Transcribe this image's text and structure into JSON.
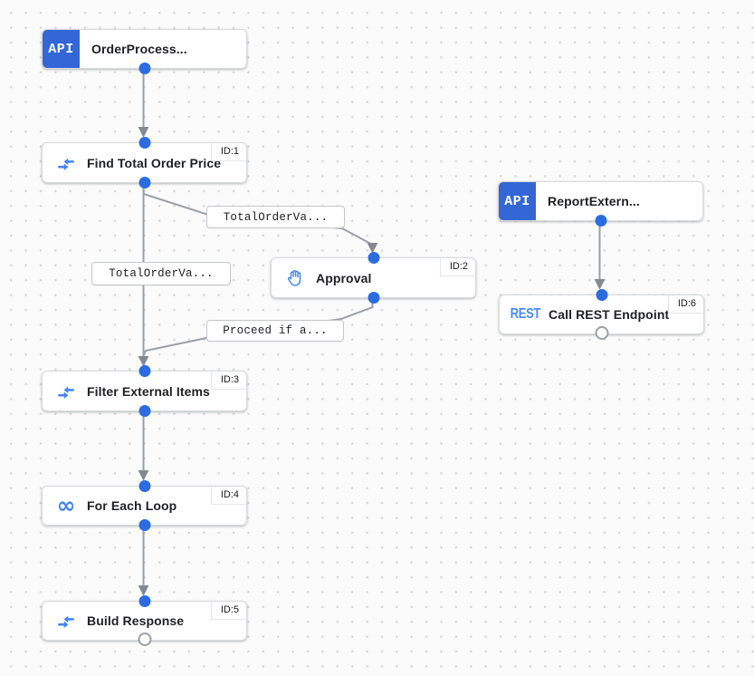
{
  "colors": {
    "canvas_bg": "#fbfbfb",
    "grid_dot": "#d4d5d7",
    "edge_gray": "#9aa0a6",
    "arrowhead_gray": "#85898f",
    "port_blue": "#2b6ce2",
    "api_badge_blue": "#3367d6",
    "icon_blue": "#4285f4"
  },
  "nodes": {
    "order_process": {
      "title": "OrderProcess...",
      "badge": "API"
    },
    "find_total": {
      "title": "Find Total Order Price",
      "id": "ID:1"
    },
    "approval": {
      "title": "Approval",
      "id": "ID:2"
    },
    "filter_items": {
      "title": "Filter External Items",
      "id": "ID:3"
    },
    "for_each": {
      "title": "For Each Loop",
      "id": "ID:4",
      "glyph": "∞"
    },
    "build_response": {
      "title": "Build Response",
      "id": "ID:5"
    },
    "report_external": {
      "title": "ReportExtern...",
      "badge": "API"
    },
    "call_rest": {
      "title": "Call REST Endpoint",
      "id": "ID:6",
      "glyph": "REST"
    }
  },
  "edge_labels": {
    "find_to_approval": "TotalOrderVa...",
    "find_to_filter": "TotalOrderVa...",
    "approval_to_filter": "Proceed if a..."
  }
}
